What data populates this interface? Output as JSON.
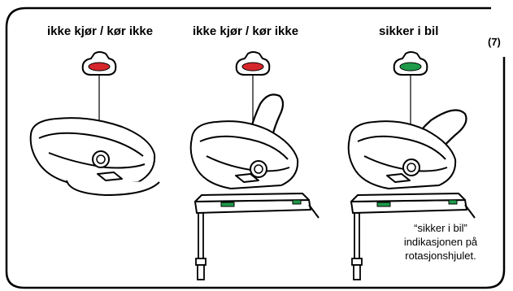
{
  "panels": [
    {
      "title": "ikke kjør / kør ikke",
      "indicator_status": "unsafe"
    },
    {
      "title": "ikke kjør / kør ikke",
      "indicator_status": "unsafe"
    },
    {
      "title": "sikker i bil",
      "indicator_status": "safe"
    }
  ],
  "step_number": "(7)",
  "caption": {
    "line1": "“sikker i bil”",
    "line2": "indikasjonen på",
    "line3": "rotasjonshjulet."
  },
  "colors": {
    "unsafe": "#d4262b",
    "safe": "#1f9a4a",
    "base_accent": "#1f9a4a",
    "outline": "#000000",
    "background": "#ffffff"
  }
}
